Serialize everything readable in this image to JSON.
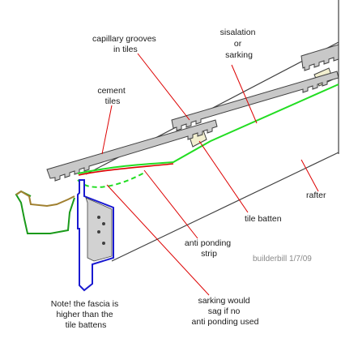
{
  "labels": {
    "capillary": [
      "capillary grooves",
      "in tiles"
    ],
    "sisalation": [
      "sisalation",
      "or",
      "sarking"
    ],
    "cement": [
      "cement",
      "tiles"
    ],
    "rafter": [
      "rafter"
    ],
    "tile_batten": [
      "tile batten"
    ],
    "anti_ponding": [
      "anti ponding",
      "strip"
    ],
    "credit": [
      "builderbill 1/7/09"
    ],
    "note": [
      "Note! the fascia is",
      "higher than the",
      "tile battens"
    ],
    "sarking_sag": [
      "sarking would",
      "sag if no",
      "anti ponding used"
    ]
  },
  "colors": {
    "outline": "#404040",
    "tile_fill": "#c8c8c8",
    "batten_fill": "#f2efcf",
    "sarking": "#22dd22",
    "anti_ponding": "#dd0000",
    "leader": "#dd0000",
    "fascia": "#1a1ad0",
    "gutter": "#1a9a1a",
    "gutter_edge": "#a08030"
  }
}
